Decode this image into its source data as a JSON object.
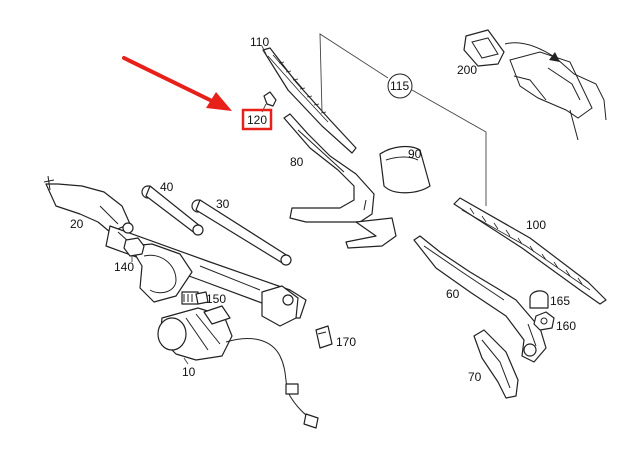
{
  "part_labels": {
    "p110": "110",
    "p120": "120",
    "p115": "115",
    "p200": "200",
    "p80": "80",
    "p90": "90",
    "p40": "40",
    "p30": "30",
    "p20": "20",
    "p140": "140",
    "p150": "150",
    "p10": "10",
    "p170": "170",
    "p100": "100",
    "p60": "60",
    "p165": "165",
    "p160": "160",
    "p70": "70"
  },
  "highlight": {
    "color": "#e8201a",
    "target": "120"
  }
}
